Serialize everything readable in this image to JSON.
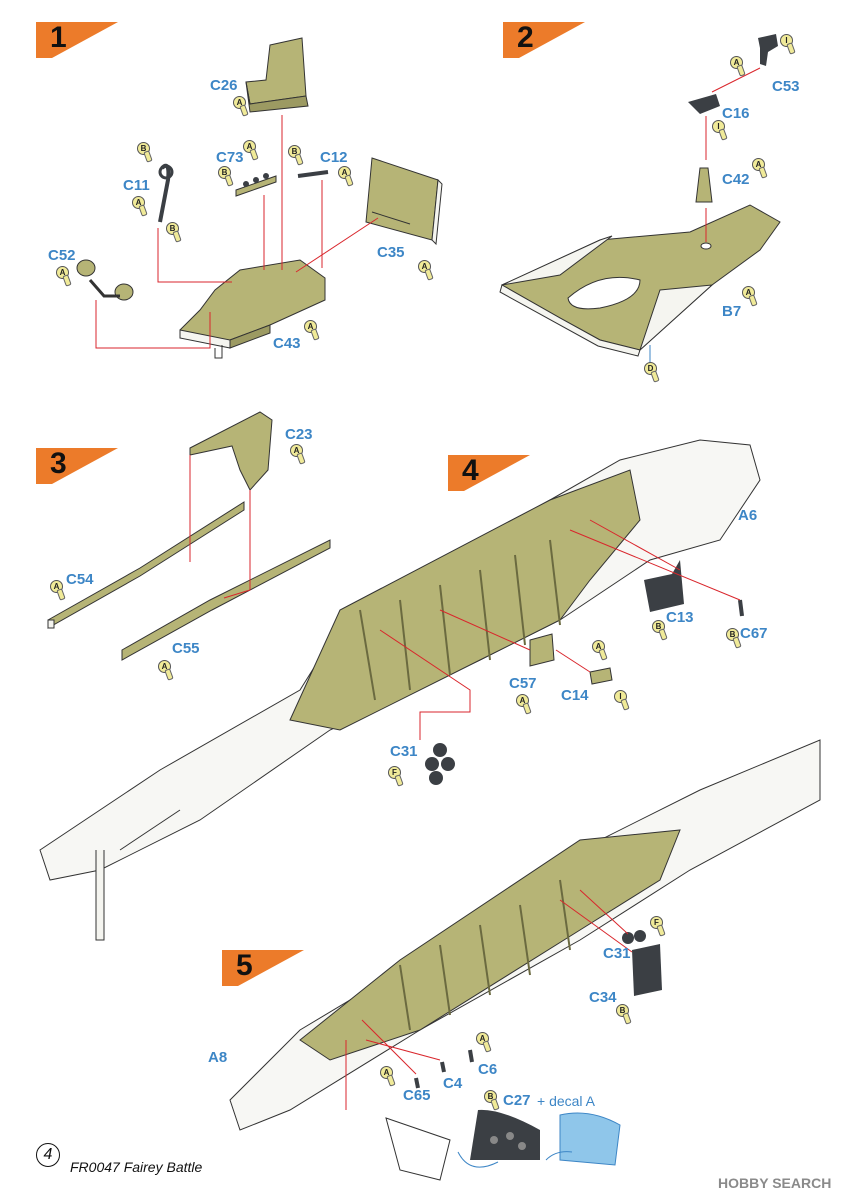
{
  "steps": [
    "1",
    "2",
    "3",
    "4",
    "5"
  ],
  "parts": {
    "c26": "C26",
    "c73": "C73",
    "c12": "C12",
    "c11": "C11",
    "c52": "C52",
    "c35": "C35",
    "c43": "C43",
    "c53": "C53",
    "c16": "C16",
    "c42": "C42",
    "b7": "B7",
    "c23": "C23",
    "c54": "C54",
    "c55": "C55",
    "a6": "A6",
    "c13": "C13",
    "c67": "C67",
    "c57": "C57",
    "c14": "C14",
    "c31a": "C31",
    "c31b": "C31",
    "c34": "C34",
    "a8": "A8",
    "c6": "C6",
    "c4": "C4",
    "c65": "C65",
    "c27": "C27"
  },
  "decal_note": "+ decal A",
  "page_number": "4",
  "footer": "FR0047 Fairey Battle",
  "watermark": "HOBBY SEARCH",
  "colors": {
    "green": "#b6b476",
    "red": "#d9262c",
    "blue": "#3d86c6",
    "orange": "#ec7b2a",
    "dark": "#3b3f44"
  }
}
